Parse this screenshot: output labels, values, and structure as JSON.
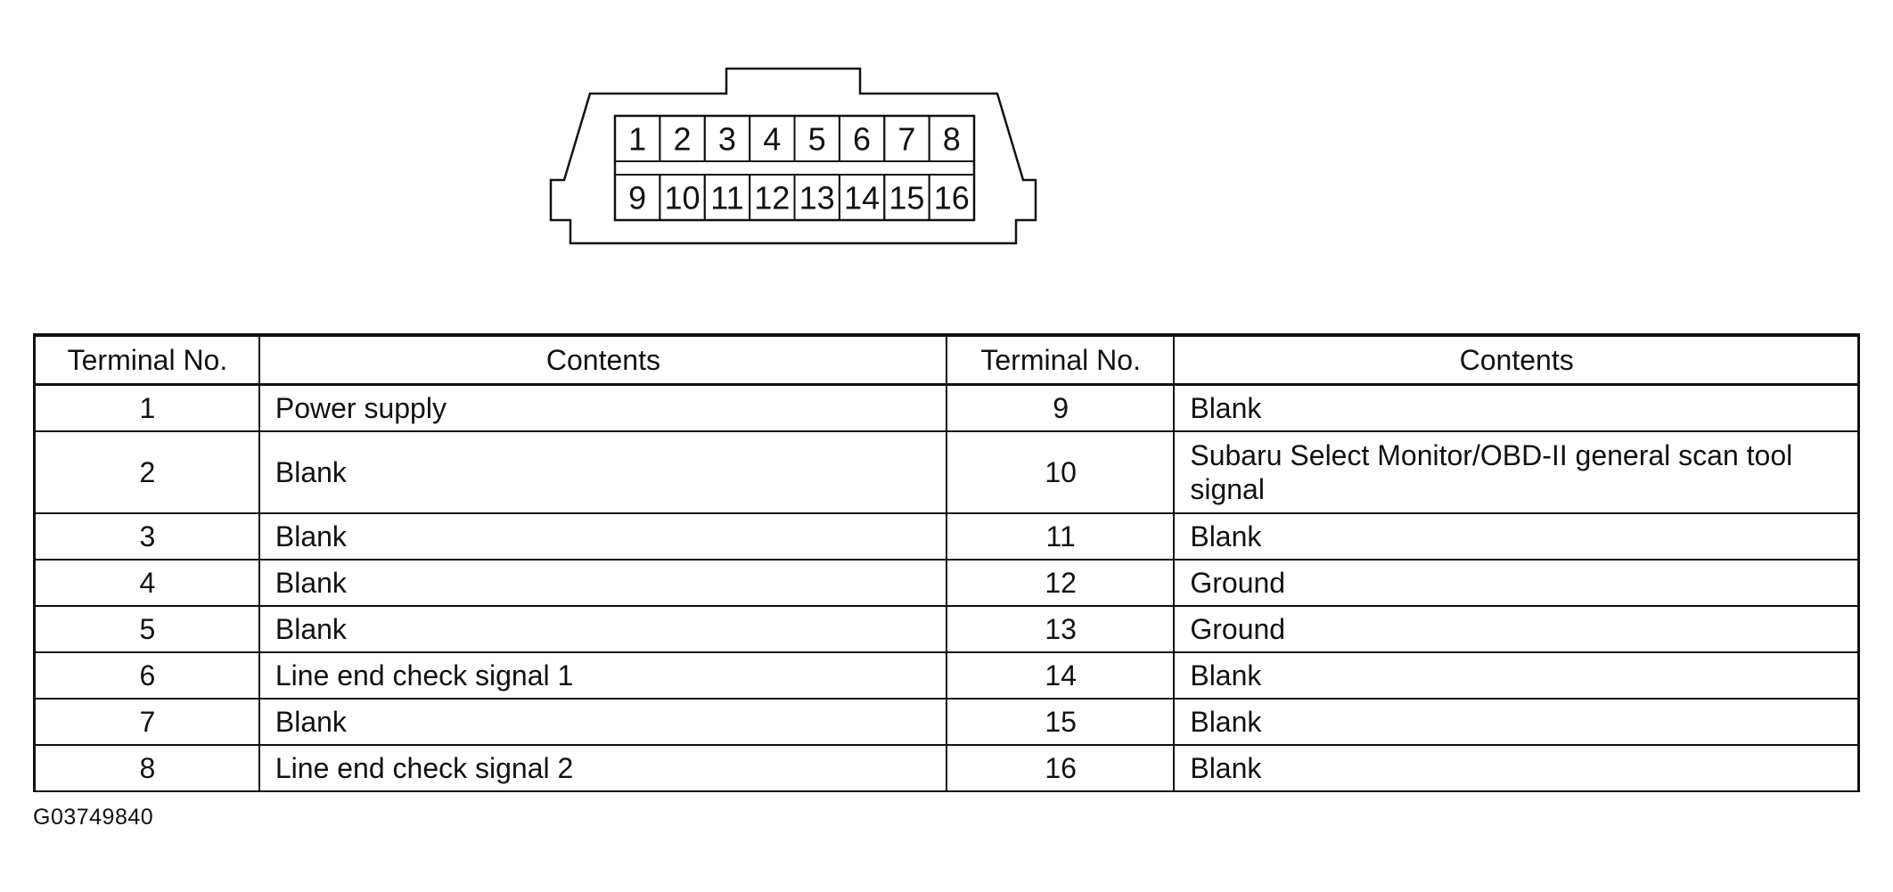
{
  "connector": {
    "top_row_pins": [
      "1",
      "2",
      "3",
      "4",
      "5",
      "6",
      "7",
      "8"
    ],
    "bottom_row_pins": [
      "9",
      "10",
      "11",
      "12",
      "13",
      "14",
      "15",
      "16"
    ]
  },
  "table": {
    "headers": [
      "Terminal No.",
      "Contents",
      "Terminal No.",
      "Contents"
    ],
    "rows": [
      {
        "left_terminal": "1",
        "left_contents": "Power supply",
        "right_terminal": "9",
        "right_contents": "Blank"
      },
      {
        "left_terminal": "2",
        "left_contents": "Blank",
        "right_terminal": "10",
        "right_contents": "Subaru Select Monitor/OBD-II general scan tool signal"
      },
      {
        "left_terminal": "3",
        "left_contents": "Blank",
        "right_terminal": "11",
        "right_contents": "Blank"
      },
      {
        "left_terminal": "4",
        "left_contents": "Blank",
        "right_terminal": "12",
        "right_contents": "Ground"
      },
      {
        "left_terminal": "5",
        "left_contents": "Blank",
        "right_terminal": "13",
        "right_contents": "Ground"
      },
      {
        "left_terminal": "6",
        "left_contents": "Line end check signal 1",
        "right_terminal": "14",
        "right_contents": "Blank"
      },
      {
        "left_terminal": "7",
        "left_contents": "Blank",
        "right_terminal": "15",
        "right_contents": "Blank"
      },
      {
        "left_terminal": "8",
        "left_contents": "Line end check signal 2",
        "right_terminal": "16",
        "right_contents": "Blank"
      }
    ]
  },
  "figure_code": "G03749840"
}
